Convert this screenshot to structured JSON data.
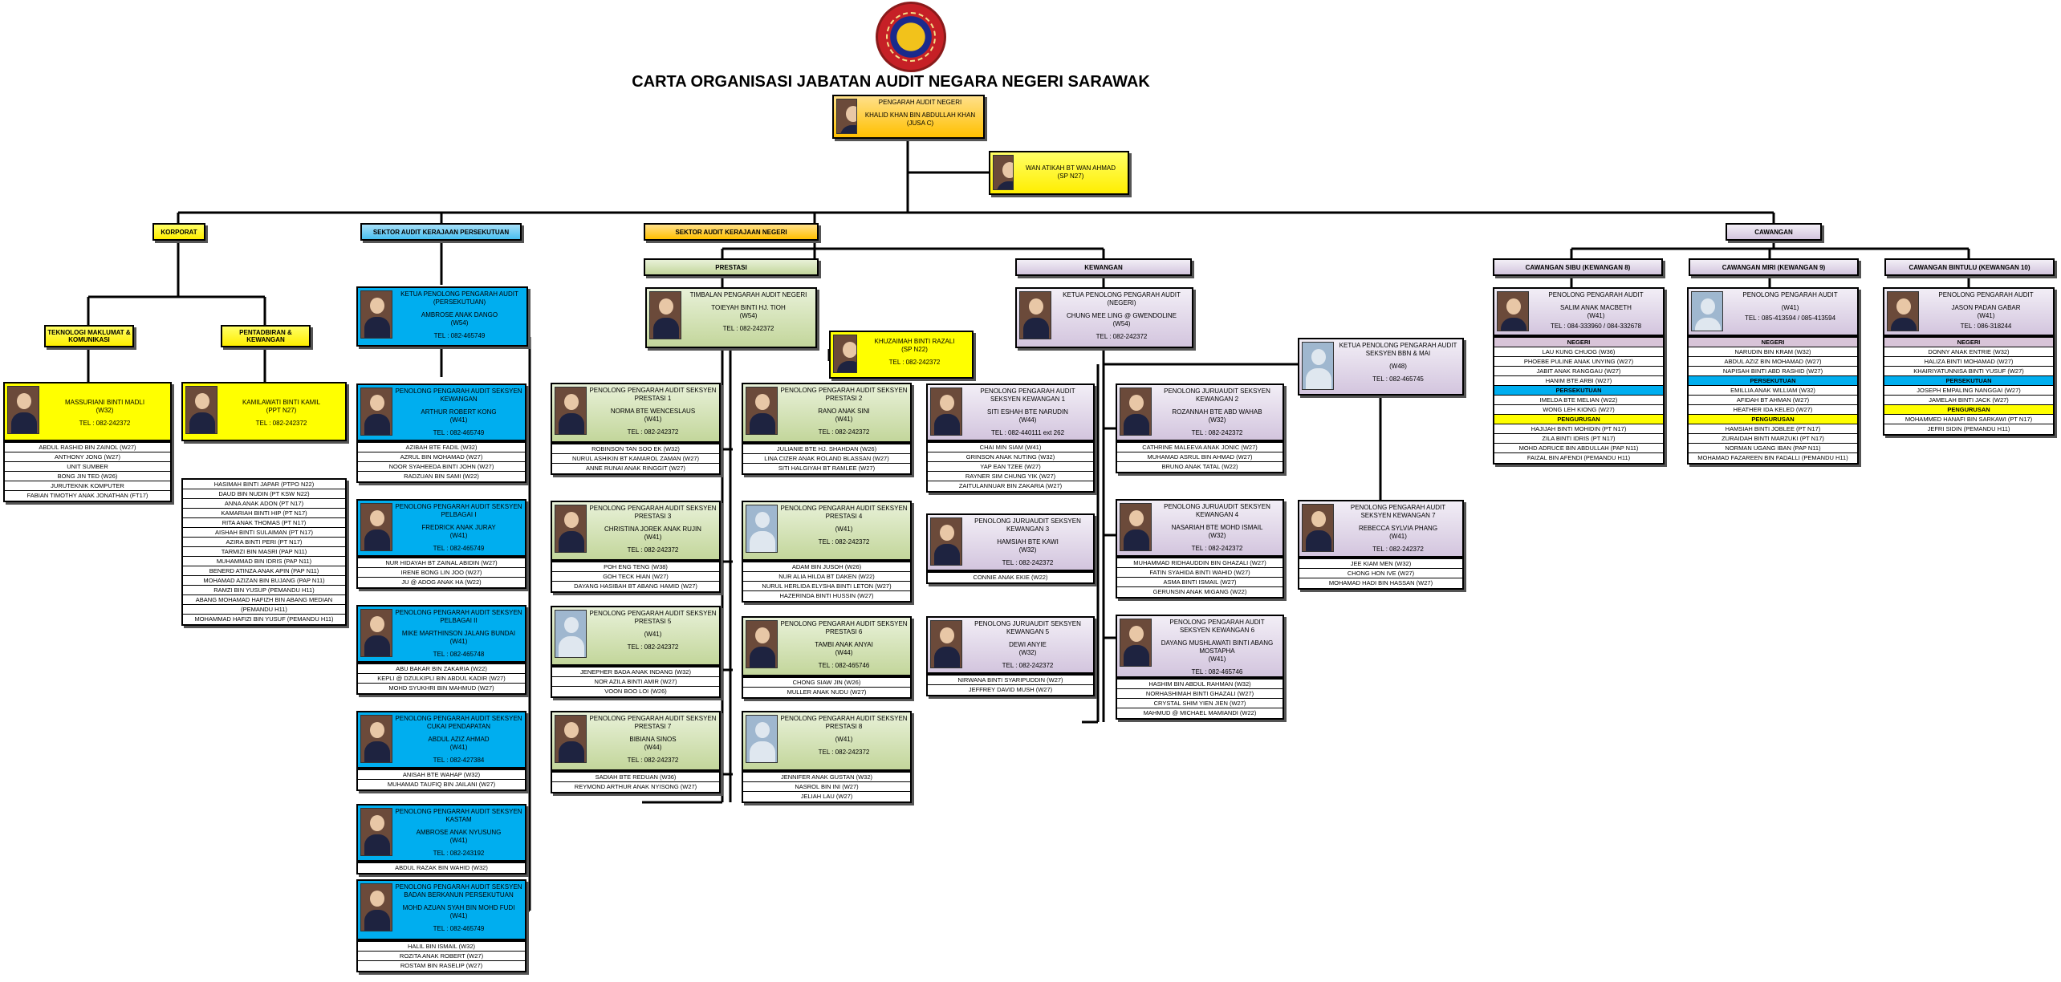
{
  "title": "CARTA ORGANISASI JABATAN AUDIT NEGARA NEGERI SARAWAK",
  "director": {
    "title": "PENGARAH AUDIT NEGERI",
    "name": "KHALID KHAN BIN ABDULLAH KHAN",
    "grade": "(JUSA C)"
  },
  "secretary": {
    "name": "WAN ATIKAH BT WAN AHMAD",
    "grade": "(SP N27)"
  },
  "sections": {
    "korporat": "KORPORAT",
    "persekutuan": "SEKTOR AUDIT KERAJAAN PERSEKUTUAN",
    "negeri": "SEKTOR AUDIT KERAJAAN NEGERI",
    "cawangan": "CAWANGAN",
    "tmk": "TEKNOLOGI MAKLUMAT & KOMUNIKASI",
    "pentadbiran": "PENTADBIRAN & KEWANGAN",
    "prestasi": "PRESTASI",
    "kewangan": "KEWANGAN",
    "sibu": "CAWANGAN SIBU (KEWANGAN 8)",
    "miri": "CAWANGAN MIRI (KEWANGAN 9)",
    "bintulu": "CAWANGAN BINTULU (KEWANGAN 10)"
  },
  "tmk_head": {
    "name": "MASSURIANI BINTI MADLI",
    "grade": "(W32)",
    "tel": "TEL : 082-242372"
  },
  "tmk_staff": [
    "ABDUL RASHID BIN ZAINOL (W27)",
    "ANTHONY JONG (W27)",
    "UNIT SUMBER",
    "BONG JIN TED (W26)",
    "JURUTEKNIK KOMPUTER",
    "FABIAN TIMOTHY ANAK JONATHAN (FT17)"
  ],
  "pent_head": {
    "name": "KAMILAWATI BINTI KAMIL",
    "grade": "(PPT N27)",
    "tel": "TEL : 082-242372"
  },
  "pent_staff": [
    "HASIMAH BINTI JAPAR (PTPO N22)",
    "DAUD BIN NUDIN (PT KSW N22)",
    "ANNA ANAK ADON (PT N17)",
    "KAMARIAH BINTI HIP (PT N17)",
    "RITA ANAK THOMAS (PT N17)",
    "AISHAH BINTI SULAIMAN (PT N17)",
    "AZIRA BINTI PERI (PT N17)",
    "TARMIZI BIN MASRI (PAP N11)",
    "MUHAMMAD BIN IDRIS (PAP N11)",
    "BENERD ATINZA ANAK APIN (PAP N11)",
    "MOHAMAD AZIZAN BIN BUJANG (PAP N11)",
    "RAMZI BIN YUSUP (PEMANDU H11)",
    "ABANG MOHAMAD HAFIZH BIN ABANG MEDIAN",
    "(PEMANDU H11)",
    "MOHAMMAD HAFIZI BIN YUSUF (PEMANDU H11)"
  ],
  "fed_head": {
    "title": "KETUA PENOLONG PENGARAH AUDIT (PERSEKUTUAN)",
    "name": "AMBROSE ANAK DANGO",
    "grade": "(W54)",
    "tel": "TEL : 082-465749"
  },
  "fed_units": [
    {
      "title": "PENOLONG PENGARAH AUDIT SEKSYEN KEWANGAN",
      "name": "ARTHUR ROBERT KONG",
      "grade": "(W41)",
      "tel": "TEL : 082-465749",
      "staff": [
        "AZIBAH BTE FADIL (W32)",
        "AZRUL BIN MOHAMAD (W27)",
        "NOOR SYAHEEDA BINTI JOHN (W27)",
        "RADZUAN BIN SAMI (W22)"
      ]
    },
    {
      "title": "PENOLONG PENGARAH AUDIT SEKSYEN PELBAGAI I",
      "name": "FREDRICK ANAK JURAY",
      "grade": "(W41)",
      "tel": "TEL : 082-465749",
      "staff": [
        "NUR HIDAYAH BT ZAINAL ABIDIN (W27)",
        "IRENE BONG LIN JOO (W27)",
        "JU @ ADOG ANAK HA (W22)"
      ]
    },
    {
      "title": "PENOLONG PENGARAH AUDIT SEKSYEN PELBAGAI II",
      "name": "MIKE MARTHINSON JALANG BUNDAI",
      "grade": "(W41)",
      "tel": "TEL : 082-465748",
      "staff": [
        "ABU BAKAR BIN ZAKARIA (W22)",
        "KEPLI @ DZULKIPLI BIN ABDUL KADIR (W27)",
        "MOHD SYUKHRI BIN MAHMUD (W27)"
      ]
    },
    {
      "title": "PENOLONG PENGARAH AUDIT SEKSYEN CUKAI PENDAPATAN",
      "name": "ABDUL AZIZ AHMAD",
      "grade": "(W41)",
      "tel": "TEL : 082-427384",
      "staff": [
        "ANISAH BTE WAHAP (W32)",
        "MUHAMAD TAUFIQ BIN JAILANI (W27)"
      ]
    },
    {
      "title": "PENOLONG PENGARAH AUDIT SEKSYEN KASTAM",
      "name": "AMBROSE ANAK NYUSUNG",
      "grade": "(W41)",
      "tel": "TEL : 082-243192",
      "staff": [
        "ABDUL RAZAK BIN WAHID (W32)"
      ]
    },
    {
      "title": "PENOLONG PENGARAH AUDIT SEKSYEN BADAN BERKANUN PERSEKUTUAN",
      "name": "MOHD AZUAN SYAH BIN MOHD FUDI",
      "grade": "(W41)",
      "tel": "TEL : 082-465749",
      "staff": [
        "HALIL BIN ISMAIL (W32)",
        "ROZITA ANAK ROBERT (W27)",
        "ROSTAM BIN RASELIP (W27)"
      ]
    }
  ],
  "prestasi_head": {
    "title": "TIMBALAN PENGARAH AUDIT NEGERI",
    "name": "TOIEYAH BINTI HJ. TIOH",
    "grade": "(W54)",
    "tel": "TEL : 082-242372"
  },
  "prestasi_sec": {
    "name": "KHUZAIMAH BINTI RAZALI",
    "grade": "(SP N22)",
    "tel": "TEL : 082-242372"
  },
  "prestasi_units": [
    {
      "title": "PENOLONG PENGARAH AUDIT SEKSYEN PRESTASI 1",
      "name": "NORMA BTE WENCESLAUS",
      "grade": "(W41)",
      "tel": "TEL : 082-242372",
      "staff": [
        "ROBINSON TAN SOO EK (W32)",
        "NURUL ASHIKIN BT KAMAROL ZAMAN (W27)",
        "ANNE RUNAI ANAK RINGGIT (W27)"
      ]
    },
    {
      "title": "PENOLONG PENGARAH AUDIT SEKSYEN PRESTASI 2",
      "name": "RANO ANAK SINI",
      "grade": "(W41)",
      "tel": "TEL : 082-242372",
      "staff": [
        "JULIANIE BTE HJ. SHAHDAN (W26)",
        "LINA CIZER ANAK ROLAND BLASSAN (W27)",
        "SITI HALGIYAH BT RAMLEE (W27)"
      ]
    },
    {
      "title": "PENOLONG PENGARAH AUDIT SEKSYEN PRESTASI 3",
      "name": "CHRISTINA JOREK ANAK RUJIN",
      "grade": "(W41)",
      "tel": "TEL : 082-242372",
      "staff": [
        "POH ENG TENG (W38)",
        "GOH TECK HIAN (W27)",
        "DAYANG HASIBAH BT ABANG HAMID (W27)"
      ]
    },
    {
      "title": "PENOLONG PENGARAH AUDIT SEKSYEN PRESTASI 4",
      "name": "",
      "grade": "(W41)",
      "tel": "TEL : 082-242372",
      "staff": [
        "ADAM BIN JUSOH (W26)",
        "NUR ALIA HILDA BT DAKEN (W22)",
        "NURUL HERLIDA ELYSHA BINTI LETON (W27)",
        "HAZERINDA BINTI HUSSIN (W27)"
      ]
    },
    {
      "title": "PENOLONG PENGARAH AUDIT SEKSYEN PRESTASI 5",
      "name": "",
      "grade": "(W41)",
      "tel": "TEL : 082-242372",
      "staff": [
        "JENEPHER BADA ANAK INDANG (W32)",
        "NOR AZILA BINTI AMIR (W27)",
        "VOON BOO LOI (W26)"
      ]
    },
    {
      "title": "PENOLONG PENGARAH AUDIT SEKSYEN PRESTASI 6",
      "name": "TAMBI ANAK ANYAI",
      "grade": "(W44)",
      "tel": "TEL : 082-465746",
      "staff": [
        "CHONG SIAW JIN (W26)",
        "MULLER ANAK NUDU (W27)"
      ]
    },
    {
      "title": "PENOLONG PENGARAH AUDIT SEKSYEN PRESTASI 7",
      "name": "BIBIANA SINOS",
      "grade": "(W44)",
      "tel": "TEL : 082-242372",
      "staff": [
        "SADIAH BTE REDUAN (W36)",
        "REYMOND ARTHUR ANAK NYISONG (W27)"
      ]
    },
    {
      "title": "PENOLONG PENGARAH AUDIT SEKSYEN PRESTASI 8",
      "name": "",
      "grade": "(W41)",
      "tel": "TEL : 082-242372",
      "staff": [
        "JENNIFER ANAK GUSTAN (W32)",
        "NASROL BIN INI (W27)",
        "JELIAH LAU (W27)"
      ]
    }
  ],
  "kew_head": {
    "title": "KETUA PENOLONG PENGARAH AUDIT (NEGERI)",
    "name": "CHUNG MEE LING @ GWENDOLINE",
    "grade": "(W54)",
    "tel": "TEL : 082-242372"
  },
  "bbn_head": {
    "title": "KETUA PENOLONG PENGARAH AUDIT SEKSYEN BBN & MAI",
    "name": "",
    "grade": "(W48)",
    "tel": "TEL : 082-465745"
  },
  "kew_units": [
    {
      "title": "PENOLONG PENGARAH AUDIT SEKSYEN KEWANGAN 1",
      "name": "SITI ESHAH BTE NARUDIN",
      "grade": "(W44)",
      "tel": "TEL : 082-440111 ext 262",
      "staff": [
        "CHAI MIN SIAM (W41)",
        "GRINSON ANAK NUTING (W32)",
        "YAP EAN TZEE (W27)",
        "RAYNER SIM CHUNG YIK (W27)",
        "ZAITULANNUAR BIN ZAKARIA (W27)"
      ]
    },
    {
      "title": "PENOLONG JURUAUDIT SEKSYEN KEWANGAN 2",
      "name": "ROZANNAH BTE ABD WAHAB",
      "grade": "(W32)",
      "tel": "TEL : 082-242372",
      "staff": [
        "CATHRINE MALEEVA ANAK JONIC (W27)",
        "MUHAMAD ASRUL BIN AHMAD (W27)",
        "BRUNO ANAK TATAL (W22)"
      ]
    },
    {
      "title": "PENOLONG JURUAUDIT SEKSYEN KEWANGAN 3",
      "name": "HAMSIAH BTE KAWI",
      "grade": "(W32)",
      "tel": "TEL : 082-242372",
      "staff": [
        "CONNIE ANAK EKIE (W22)"
      ]
    },
    {
      "title": "PENOLONG JURUAUDIT SEKSYEN KEWANGAN 4",
      "name": "NASARIAH BTE MOHD ISMAIL",
      "grade": "(W32)",
      "tel": "TEL : 082-242372",
      "staff": [
        "MUHAMMAD RIDHAUDDIN BIN GHAZALI (W27)",
        "FATIN SYAHIDA BINTI WAHID (W27)",
        "ASMA BINTI ISMAIL (W27)",
        "GERUNSIN ANAK MIGANG (W22)"
      ]
    },
    {
      "title": "PENOLONG JURUAUDIT SEKSYEN KEWANGAN 5",
      "name": "DEWI ANYIE",
      "grade": "(W32)",
      "tel": "TEL : 082-242372",
      "staff": [
        "NIRWANA BINTI SYARIPUDDIN (W27)",
        "JEFFREY DAVID MUSH (W27)"
      ]
    },
    {
      "title": "PENOLONG PENGARAH AUDIT SEKSYEN KEWANGAN 6",
      "name": "DAYANG MUSHLAWATI BINTI ABANG MOSTAPHA",
      "grade": "(W41)",
      "tel": "TEL : 082-465746",
      "staff": [
        "HASHIM BIN ABDUL RAHMAN (W32)",
        "NORHASHIMAH BINTI GHAZALI (W27)",
        "CRYSTAL SHIM YIEN JIEN (W27)",
        "MAHMUD @ MICHAEL MAMIANDI (W22)"
      ]
    },
    {
      "title": "PENOLONG PENGARAH AUDIT SEKSYEN KEWANGAN 7",
      "name": "REBECCA SYLVIA PHANG",
      "grade": "(W41)",
      "tel": "TEL : 082-242372",
      "staff": [
        "JEE KIAM MEN (W32)",
        "CHONG HON IVE (W27)",
        "MOHAMAD HADI BIN HASSAN (W27)"
      ]
    }
  ],
  "branches": [
    {
      "title": "PENOLONG PENGARAH AUDIT",
      "name": "SALIM ANAK MACBETH",
      "grade": "(W41)",
      "tel": "TEL : 084-333960 / 084-332678",
      "rows": [
        {
          "t": "NEGERI",
          "k": "hdr"
        },
        {
          "t": "LAU KUNG CHUOG (W36)"
        },
        {
          "t": "PHOEBE PULINE ANAK UNYING (W27)"
        },
        {
          "t": "JABIT ANAK RANGGAU (W27)"
        },
        {
          "t": "HANIM BTE ARBI (W27)"
        },
        {
          "t": "PERSEKUTUAN",
          "k": "fed"
        },
        {
          "t": "IMELDA BTE MELIAN (W22)"
        },
        {
          "t": "WONG LEH KIONG (W27)"
        },
        {
          "t": "PENGURUSAN",
          "k": "pen"
        },
        {
          "t": "HAJIJAH BINTI MOHIDIN (PT N17)"
        },
        {
          "t": "ZILA BINTI IDRIS (PT N17)"
        },
        {
          "t": "MOHD ADRUCE BIN ABDULLAH (PAP N11)"
        },
        {
          "t": "FAIZAL BIN AFENDI (PEMANDU H11)"
        }
      ]
    },
    {
      "title": "PENOLONG PENGARAH AUDIT",
      "name": "",
      "grade": "(W41)",
      "tel": "TEL : 085-413594 / 085-413594",
      "rows": [
        {
          "t": "NEGERI",
          "k": "hdr"
        },
        {
          "t": "NARUDIN BIN KRAM (W32)"
        },
        {
          "t": "ABDUL AZIZ BIN MOHAMAD (W27)"
        },
        {
          "t": "NAPISAH BINTI ABD RASHID (W27)"
        },
        {
          "t": "PERSEKUTUAN",
          "k": "fed"
        },
        {
          "t": "EMILLIA ANAK WILLIAM (W32)"
        },
        {
          "t": "AFIDAH BT AHMAN (W27)"
        },
        {
          "t": "HEATHER IDA KELED (W27)"
        },
        {
          "t": "PENGURUSAN",
          "k": "pen"
        },
        {
          "t": "HAMSIAH BINTI JOBLEE (PT N17)"
        },
        {
          "t": "ZURAIDAH BINTI MARZUKI (PT N17)"
        },
        {
          "t": "NORMAN UGANG IBAN (PAP N11)"
        },
        {
          "t": "MOHAMAD FAZAREEN BIN FADALLI (PEMANDU H11)"
        }
      ]
    },
    {
      "title": "PENOLONG PENGARAH AUDIT",
      "name": "JASON PADAN GABAR",
      "grade": "(W41)",
      "tel": "TEL : 086-318244",
      "rows": [
        {
          "t": "NEGERI",
          "k": "hdr"
        },
        {
          "t": "DONNY ANAK ENTRIE (W32)"
        },
        {
          "t": "HALIZA BINTI MOHAMAD (W27)"
        },
        {
          "t": "KHAIRIYATUNNISA BINTI YUSUF (W27)"
        },
        {
          "t": "PERSEKUTUAN",
          "k": "fed"
        },
        {
          "t": "JOSEPH EMPALING NANGGAI (W27)"
        },
        {
          "t": "JAMELAH BINTI JACK (W27)"
        },
        {
          "t": "PENGURUSAN",
          "k": "pen"
        },
        {
          "t": "MOHAMMED HANAFI BIN SARKAWI (PT N17)"
        },
        {
          "t": "JEFRI SIDIN (PEMANDU H11)"
        }
      ]
    }
  ],
  "icons": {
    "logo": "jabatan-audit-crest-icon"
  },
  "colors": {
    "director": "#ffc000",
    "korporat": "#ffff00",
    "persekutuan": "#00aeef",
    "prestasi": "#c3d69b",
    "kewangan": "#ccc0da"
  }
}
